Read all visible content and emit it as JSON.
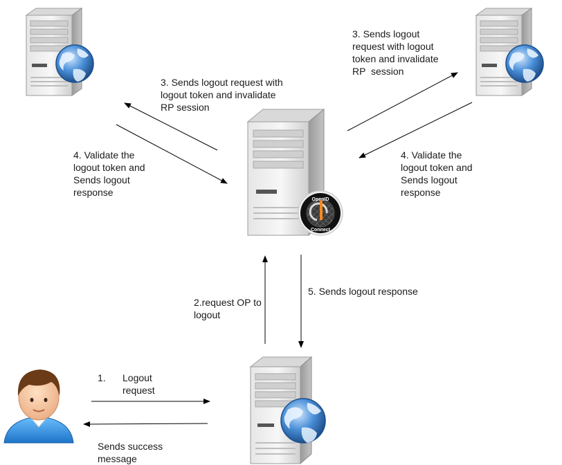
{
  "nodes": {
    "rp_left": {
      "name": "relying-party-server-left",
      "icon": "server-globe-icon"
    },
    "rp_right": {
      "name": "relying-party-server-right",
      "icon": "server-globe-icon"
    },
    "op": {
      "name": "openid-provider-server",
      "icon": "server-openid-icon",
      "badge_top": "OpenID",
      "badge_bottom": "Connect"
    },
    "client": {
      "name": "client-server",
      "icon": "server-globe-icon"
    },
    "user": {
      "name": "user-avatar",
      "icon": "user-icon"
    }
  },
  "labels": {
    "left_request": [
      "3. Sends logout request with",
      "logout token and invalidate",
      "RP session"
    ],
    "right_request": [
      "3. Sends logout",
      "request with logout",
      "token and invalidate",
      "RP  session"
    ],
    "left_validate": [
      "4. Validate the",
      "logout token and",
      "Sends logout",
      "response"
    ],
    "right_validate": [
      "4. Validate the",
      "logout token and",
      "Sends logout",
      "response"
    ],
    "op_request": [
      "2.request OP to",
      "logout"
    ],
    "op_response": [
      "5. Sends logout response"
    ],
    "user_number": "1.",
    "user_request": [
      "Logout",
      "request"
    ],
    "success": [
      "Sends success",
      "message"
    ]
  }
}
